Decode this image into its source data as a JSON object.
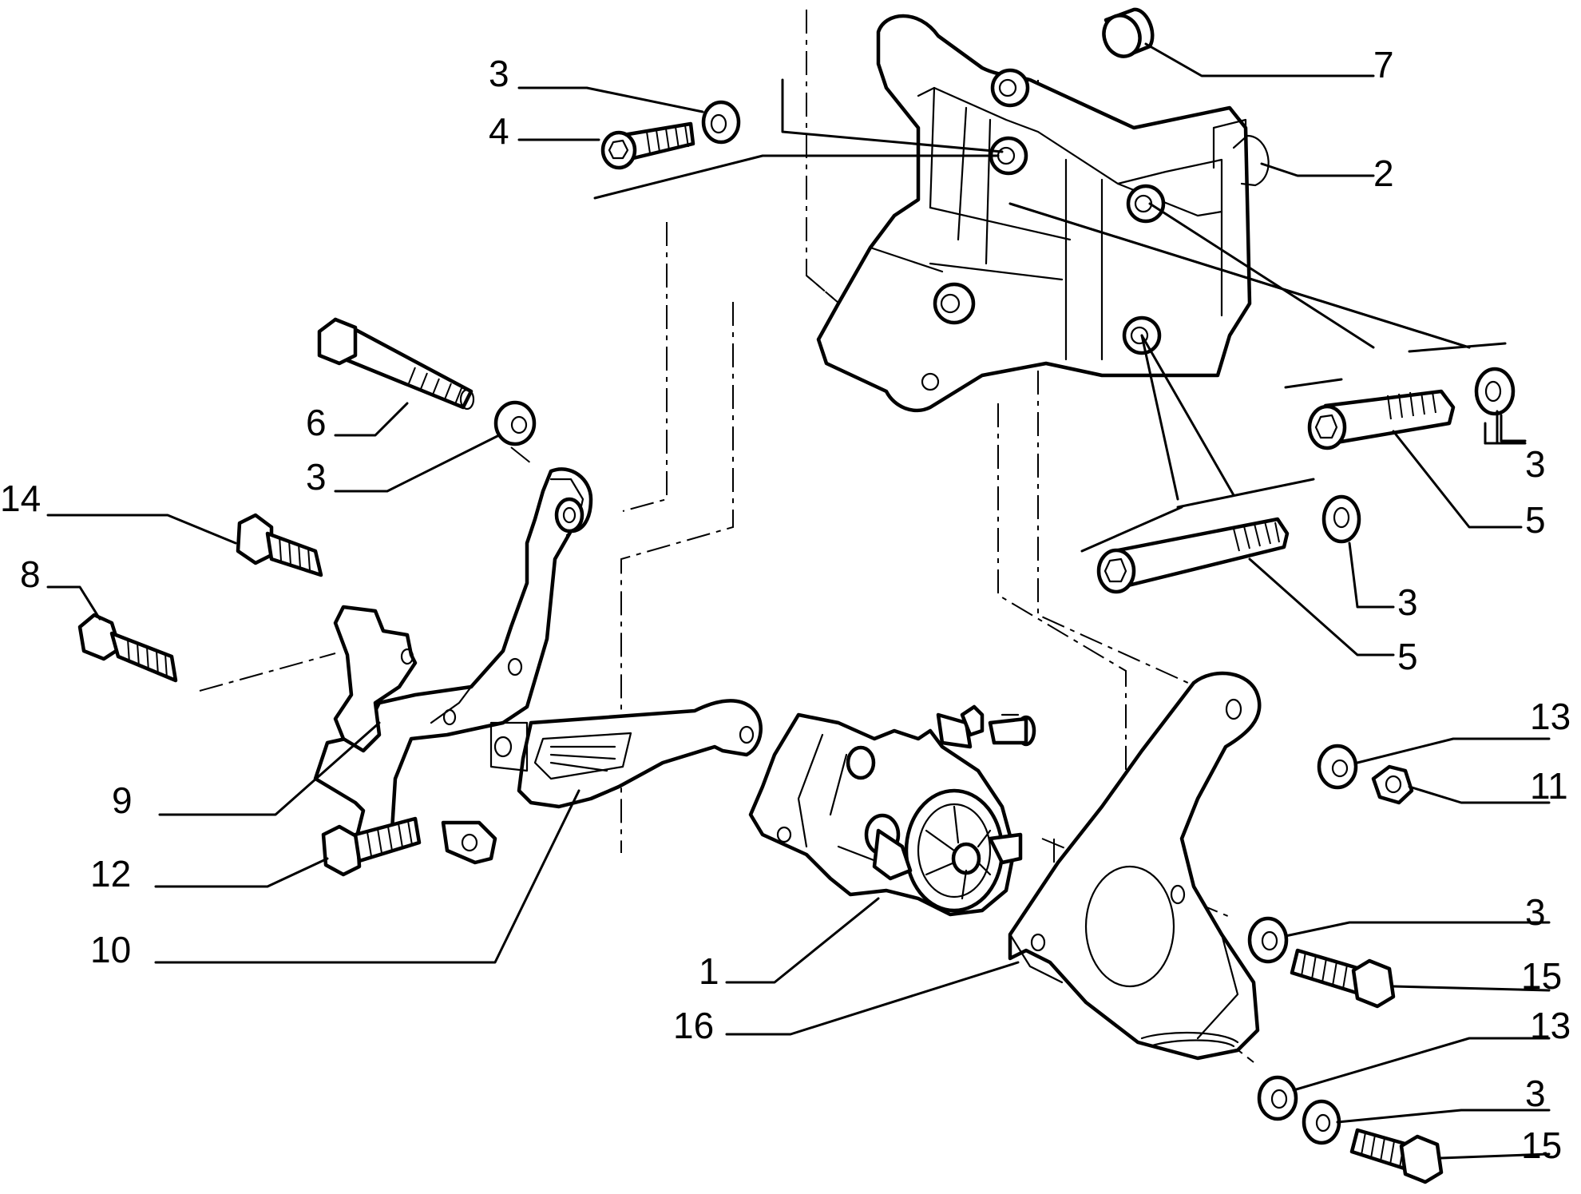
{
  "callouts": [
    {
      "id": "c3a",
      "text": "3"
    },
    {
      "id": "c4",
      "text": "4"
    },
    {
      "id": "c7",
      "text": "7"
    },
    {
      "id": "c2",
      "text": "2"
    },
    {
      "id": "c6",
      "text": "6"
    },
    {
      "id": "c3b",
      "text": "3"
    },
    {
      "id": "c14",
      "text": "14"
    },
    {
      "id": "c8",
      "text": "8"
    },
    {
      "id": "c3c",
      "text": "3"
    },
    {
      "id": "c5a",
      "text": "5"
    },
    {
      "id": "c3d",
      "text": "3"
    },
    {
      "id": "c5b",
      "text": "5"
    },
    {
      "id": "c9",
      "text": "9"
    },
    {
      "id": "c13a",
      "text": "13"
    },
    {
      "id": "c11",
      "text": "11"
    },
    {
      "id": "c12",
      "text": "12"
    },
    {
      "id": "c10",
      "text": "10"
    },
    {
      "id": "c3e",
      "text": "3"
    },
    {
      "id": "c15a",
      "text": "15"
    },
    {
      "id": "c1",
      "text": "1"
    },
    {
      "id": "c16",
      "text": "16"
    },
    {
      "id": "c13b",
      "text": "13"
    },
    {
      "id": "c3f",
      "text": "3"
    },
    {
      "id": "c15b",
      "text": "15"
    }
  ]
}
